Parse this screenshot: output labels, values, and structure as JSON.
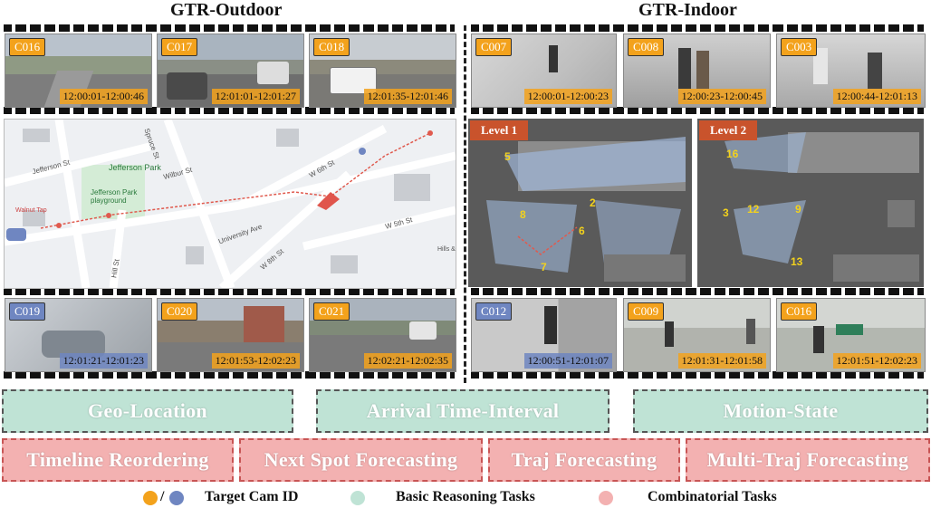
{
  "titles": {
    "outdoor": "GTR-Outdoor",
    "indoor": "GTR-Indoor"
  },
  "outdoor_top": [
    {
      "cam": "C016",
      "time": "12:00:01-12:00:46",
      "color": "orange"
    },
    {
      "cam": "C017",
      "time": "12:01:01-12:01:27",
      "color": "orange"
    },
    {
      "cam": "C018",
      "time": "12:01:35-12:01:46",
      "color": "orange"
    }
  ],
  "indoor_top": [
    {
      "cam": "C007",
      "time": "12:00:01-12:00:23",
      "color": "orange"
    },
    {
      "cam": "C008",
      "time": "12:00:23-12:00:45",
      "color": "orange"
    },
    {
      "cam": "C003",
      "time": "12:00:44-12:01:13",
      "color": "orange"
    }
  ],
  "outdoor_bottom": [
    {
      "cam": "C019",
      "time": "12:01:21-12:01:23",
      "color": "blue"
    },
    {
      "cam": "C020",
      "time": "12:01:53-12:02:23",
      "color": "orange"
    },
    {
      "cam": "C021",
      "time": "12:02:21-12:02:35",
      "color": "orange"
    }
  ],
  "indoor_bottom": [
    {
      "cam": "C012",
      "time": "12:00:51-12:01:07",
      "color": "blue"
    },
    {
      "cam": "C009",
      "time": "12:01:31-12:01:58",
      "color": "orange"
    },
    {
      "cam": "C016",
      "time": "12:01:51-12:02:23",
      "color": "orange"
    }
  ],
  "map_labels": {
    "park": "Jefferson Park",
    "playground": "Jefferson Park playground",
    "jefferson_st": "Jefferson St",
    "wilbur_st": "Wilbur St",
    "spruce_st": "Spruce St",
    "university_ave": "University Ave",
    "w6th": "W 6th St",
    "w5th": "W 5th St",
    "w8th": "W 8th St",
    "hill_st": "Hill St",
    "walnut": "Walnut Tap",
    "hills": "Hills &"
  },
  "floors": {
    "level1": "Level 1",
    "level2": "Level 2",
    "l1_nums": [
      "5",
      "2",
      "8",
      "6",
      "7"
    ],
    "l2_nums": [
      "16",
      "3",
      "12",
      "9",
      "13"
    ]
  },
  "colors": {
    "orange": "#f3a21c",
    "blue": "#6f86c1",
    "basic": "#bfe3d5",
    "combo": "#f3b1b1"
  },
  "tasks": {
    "basic": [
      "Geo-Location",
      "Arrival Time-Interval",
      "Motion-State"
    ],
    "combo": [
      "Timeline Reordering",
      "Next Spot Forecasting",
      "Traj Forecasting",
      "Multi-Traj Forecasting"
    ]
  },
  "legend": {
    "slash": "/",
    "target": "Target Cam ID",
    "basic": "Basic Reasoning Tasks",
    "combo": "Combinatorial Tasks"
  }
}
